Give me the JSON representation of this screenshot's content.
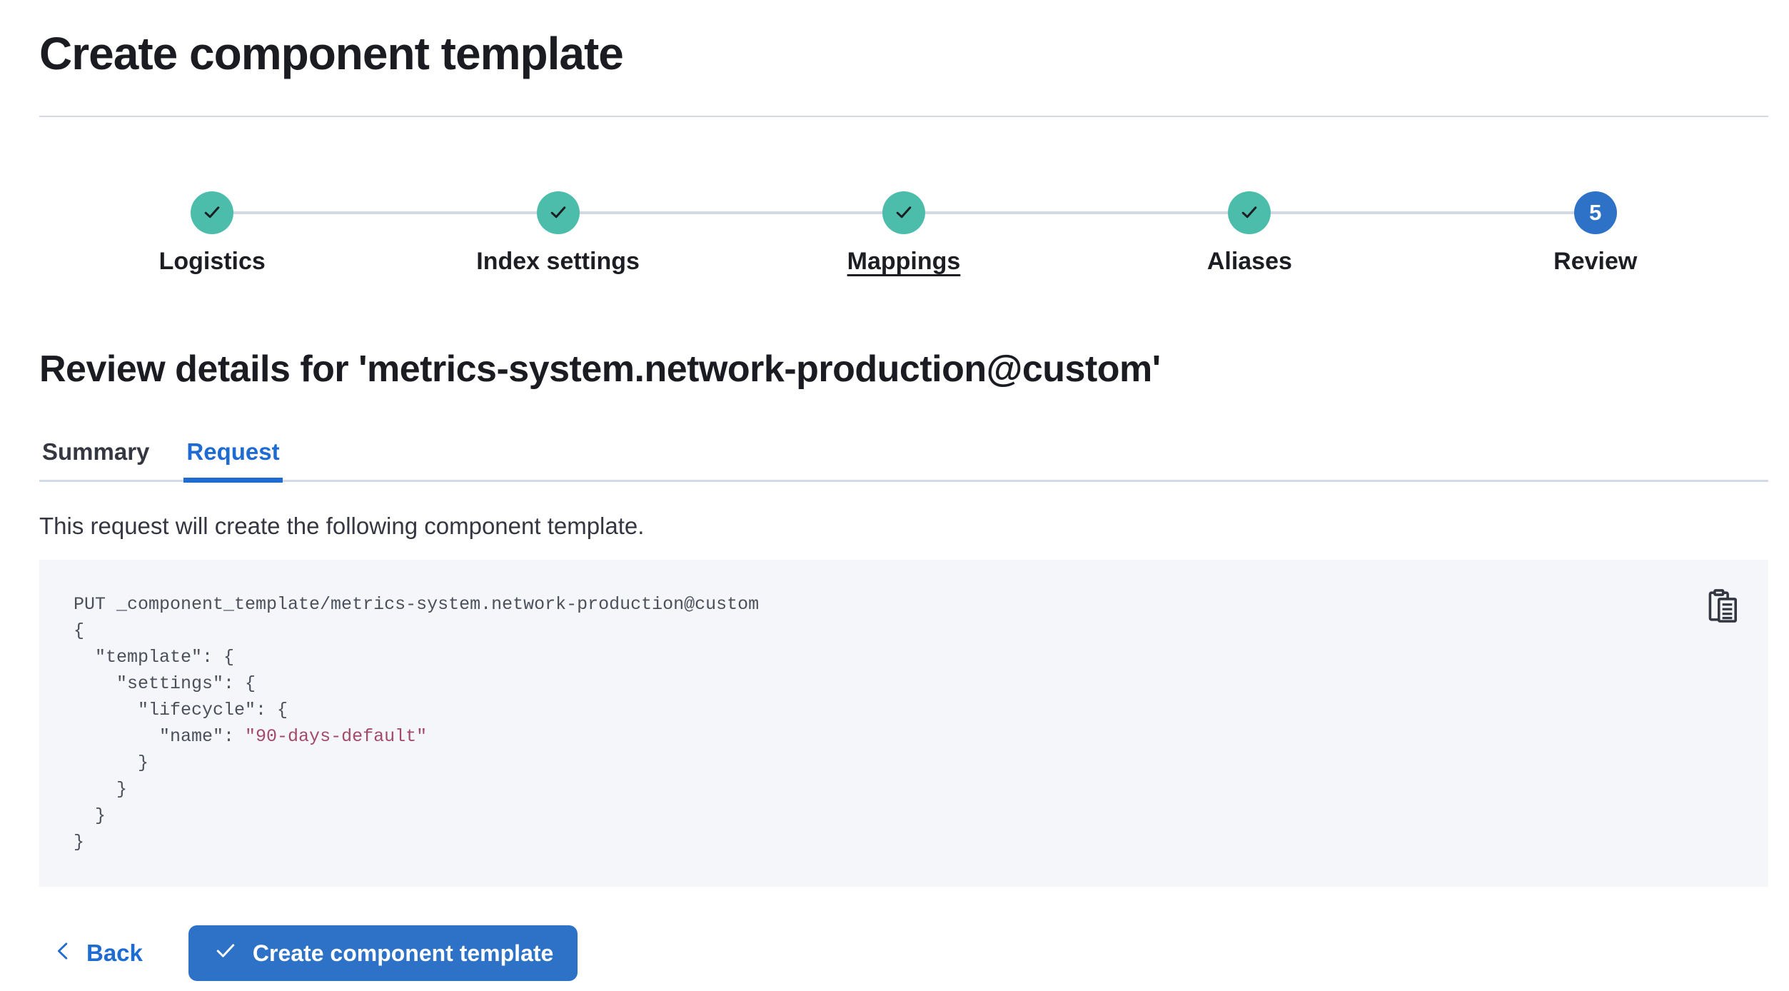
{
  "page": {
    "title": "Create component template"
  },
  "stepper": {
    "steps": [
      {
        "label": "Logistics",
        "status": "complete",
        "icon": "check-icon",
        "underlined": false
      },
      {
        "label": "Index settings",
        "status": "complete",
        "icon": "check-icon",
        "underlined": false
      },
      {
        "label": "Mappings",
        "status": "complete",
        "icon": "check-icon",
        "underlined": true
      },
      {
        "label": "Aliases",
        "status": "complete",
        "icon": "check-icon",
        "underlined": false
      },
      {
        "label": "Review",
        "status": "current",
        "number": "5",
        "underlined": false
      }
    ]
  },
  "review": {
    "heading": "Review details for 'metrics-system.network-production@custom'",
    "tabs": [
      {
        "label": "Summary",
        "active": false
      },
      {
        "label": "Request",
        "active": true
      }
    ],
    "description": "This request will create the following component template."
  },
  "code_block": {
    "copy_icon": "copy-clipboard-icon",
    "lines": [
      {
        "segments": [
          {
            "type": "plain",
            "text": "PUT _component_template/metrics-system.network-production@custom"
          }
        ]
      },
      {
        "segments": [
          {
            "type": "plain",
            "text": "{"
          }
        ]
      },
      {
        "segments": [
          {
            "type": "plain",
            "text": "  \"template\": {"
          }
        ]
      },
      {
        "segments": [
          {
            "type": "plain",
            "text": "    \"settings\": {"
          }
        ]
      },
      {
        "segments": [
          {
            "type": "plain",
            "text": "      \"lifecycle\": {"
          }
        ]
      },
      {
        "segments": [
          {
            "type": "plain",
            "text": "        \"name\": "
          },
          {
            "type": "string",
            "text": "\"90-days-default\""
          }
        ]
      },
      {
        "segments": [
          {
            "type": "plain",
            "text": "      }"
          }
        ]
      },
      {
        "segments": [
          {
            "type": "plain",
            "text": "    }"
          }
        ]
      },
      {
        "segments": [
          {
            "type": "plain",
            "text": "  }"
          }
        ]
      },
      {
        "segments": [
          {
            "type": "plain",
            "text": "}"
          }
        ]
      }
    ]
  },
  "footer": {
    "back_label": "Back",
    "submit_label": "Create component template"
  },
  "colors": {
    "primary_blue": "#2d72c7",
    "link_blue": "#1e6bd2",
    "success_teal": "#4dbdab",
    "divider_gray": "#d3dae6",
    "title_text": "#1a1c21",
    "body_text": "#343741",
    "code_text": "#4b505b",
    "code_string": "#a34a68",
    "code_background": "#f5f6fa"
  }
}
